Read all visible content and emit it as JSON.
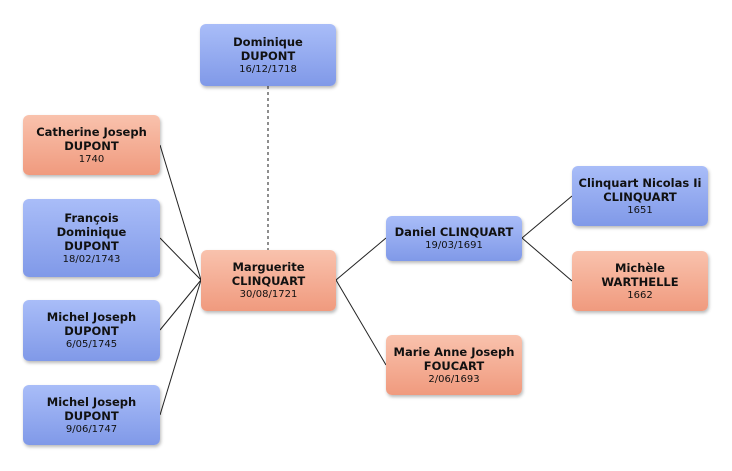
{
  "people": {
    "dominique_dupont": {
      "given": "Dominique",
      "surname": "DUPONT",
      "date": "16/12/1718"
    },
    "catherine_dupont": {
      "given": "Catherine Joseph",
      "surname": "DUPONT",
      "date": "1740"
    },
    "francois_dupont": {
      "given": "François Dominique",
      "surname": "DUPONT",
      "date": "18/02/1743"
    },
    "michel_dupont_1745": {
      "given": "Michel Joseph",
      "surname": "DUPONT",
      "date": "6/05/1745"
    },
    "michel_dupont_1747": {
      "given": "Michel Joseph",
      "surname": "DUPONT",
      "date": "9/06/1747"
    },
    "marguerite_clinquart": {
      "given": "Marguerite",
      "surname": "CLINQUART",
      "date": "30/08/1721"
    },
    "daniel_clinquart": {
      "name": "Daniel CLINQUART",
      "date": "19/03/1691"
    },
    "marie_foucart": {
      "given": "Marie Anne Joseph",
      "surname": "FOUCART",
      "date": "2/06/1693"
    },
    "nicolas_clinquart": {
      "given": "Clinquart Nicolas Ii",
      "surname": "CLINQUART",
      "date": "1651"
    },
    "michele_warthelle": {
      "given": "Michèle",
      "surname": "WARTHELLE",
      "date": "1662"
    }
  },
  "colors": {
    "male_top": "#a9bdf8",
    "male_bottom": "#8099e8",
    "female_top": "#f9c2ad",
    "female_bottom": "#f09a7e",
    "line": "#222222"
  }
}
